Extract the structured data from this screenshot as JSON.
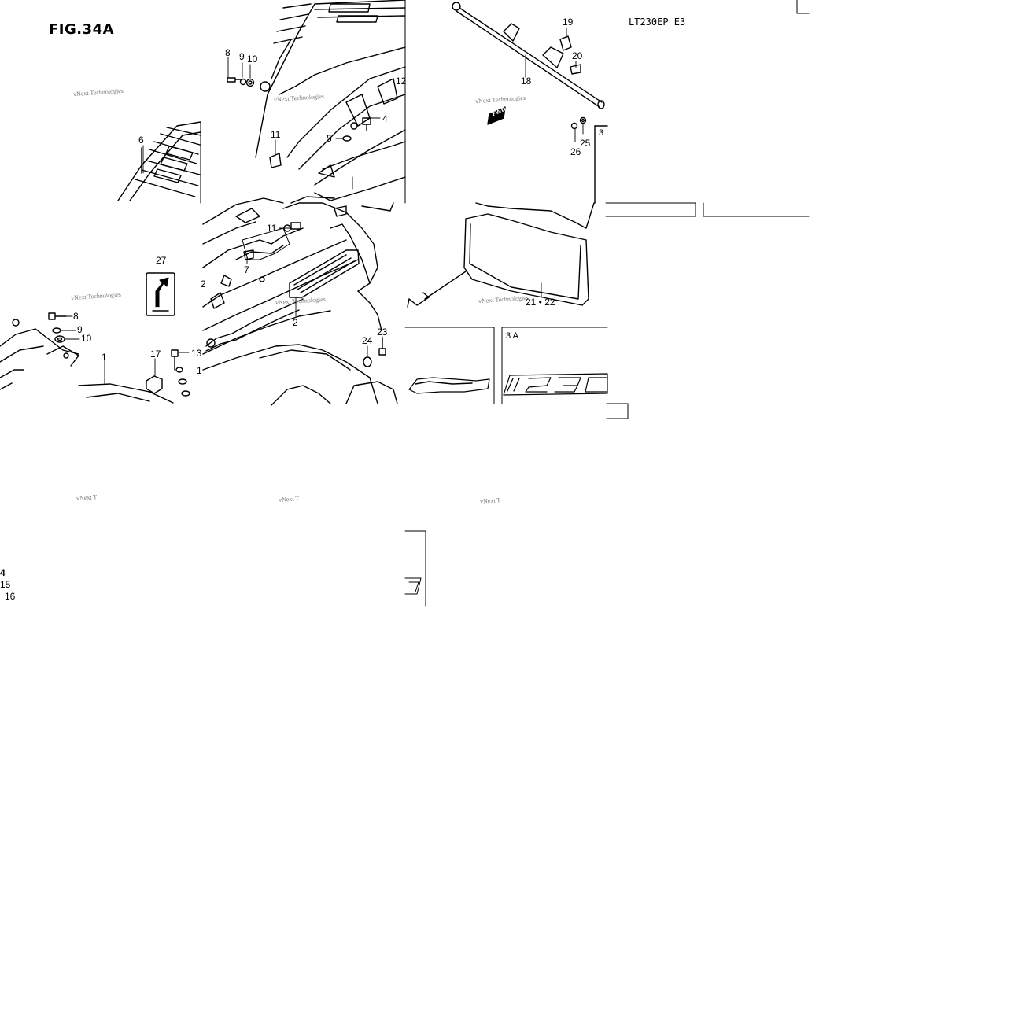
{
  "figure_title": "FIG.34A",
  "model_code": "LT230EP E3",
  "inset_label": "3 A",
  "inset_label_partial": "3",
  "fwd_label": "FWD",
  "decal_text": "230",
  "watermark": "vNext Technologies",
  "watermark_partial": "vNext T",
  "part_numbers": [
    "8",
    "9",
    "10",
    "12",
    "4",
    "5",
    "11",
    "6",
    "19",
    "20",
    "18",
    "25",
    "26",
    "27",
    "8",
    "9",
    "10",
    "1",
    "17",
    "13",
    "1",
    "11",
    "7",
    "2",
    "2",
    "23",
    "24",
    "21 • 22",
    "4",
    "15",
    "16"
  ]
}
